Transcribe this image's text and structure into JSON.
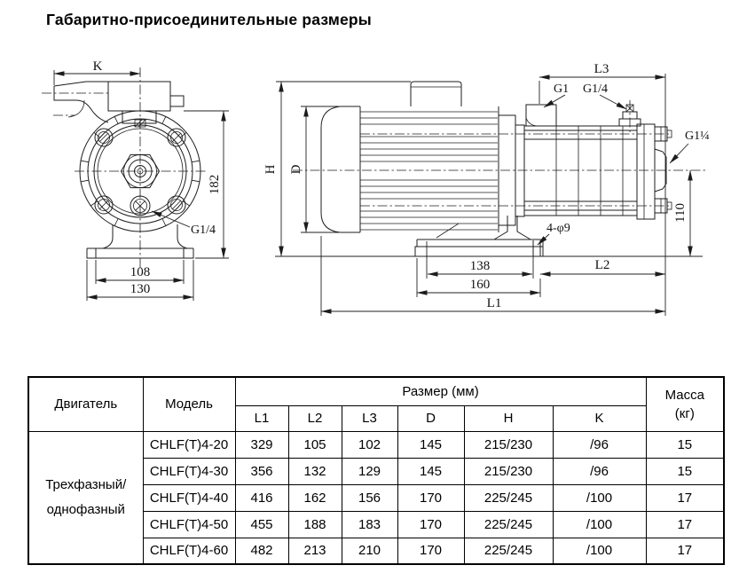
{
  "title": "Габаритно-присоединительные размеры",
  "front_view": {
    "labels": {
      "k": "K",
      "height": "182",
      "drain": "G1/4",
      "bolt_span": "108",
      "base_width": "130"
    }
  },
  "side_view": {
    "labels": {
      "h": "H",
      "d": "D",
      "l3": "L3",
      "suction": "G1",
      "plug": "G1/4",
      "discharge": "G1¼",
      "v110": "110",
      "holes": "4-φ9",
      "w138": "138",
      "w160": "160",
      "l2": "L2",
      "l1": "L1"
    }
  },
  "table": {
    "header": {
      "motor": "Двигатель",
      "model": "Модель",
      "size_group": "Размер (мм)",
      "mass_line1": "Масса",
      "mass_line2": "(кг)",
      "size_cols": [
        "L1",
        "L2",
        "L3",
        "D",
        "H",
        "K"
      ]
    },
    "motor_type": {
      "line1": "Трехфазный/",
      "line2": "однофазный"
    },
    "rows": [
      {
        "model": "CHLF(T)4-20",
        "L1": "329",
        "L2": "105",
        "L3": "102",
        "D": "145",
        "H": "215/230",
        "K": "/96",
        "mass": "15"
      },
      {
        "model": "CHLF(T)4-30",
        "L1": "356",
        "L2": "132",
        "L3": "129",
        "D": "145",
        "H": "215/230",
        "K": "/96",
        "mass": "15"
      },
      {
        "model": "CHLF(T)4-40",
        "L1": "416",
        "L2": "162",
        "L3": "156",
        "D": "170",
        "H": "225/245",
        "K": "/100",
        "mass": "17"
      },
      {
        "model": "CHLF(T)4-50",
        "L1": "455",
        "L2": "188",
        "L3": "183",
        "D": "170",
        "H": "225/245",
        "K": "/100",
        "mass": "17"
      },
      {
        "model": "CHLF(T)4-60",
        "L1": "482",
        "L2": "213",
        "L3": "210",
        "D": "170",
        "H": "225/245",
        "K": "/100",
        "mass": "17"
      }
    ]
  }
}
